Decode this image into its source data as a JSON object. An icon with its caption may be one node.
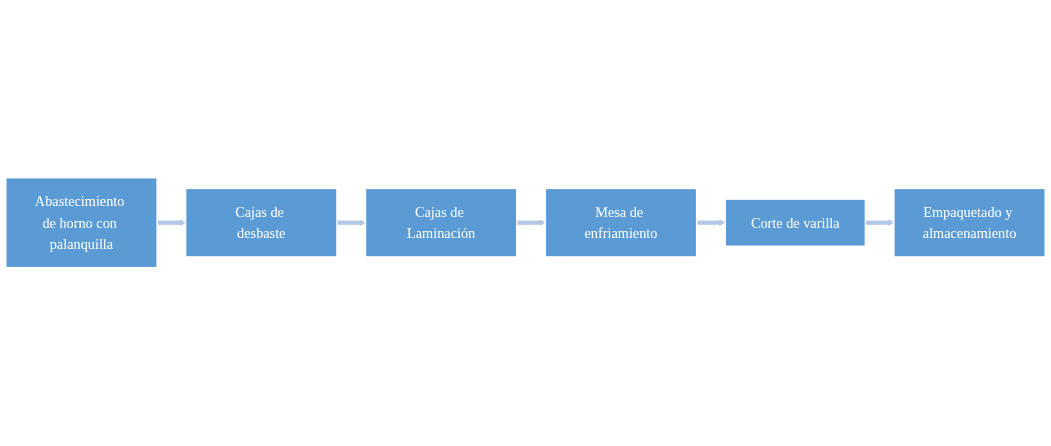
{
  "diagram": {
    "nodes": [
      {
        "text": [
          "Abastecimiento de horno con palanquilla"
        ]
      },
      {
        "text": [
          "Cajas de desbaste"
        ]
      },
      {
        "text": [
          "Cajas de Laminación"
        ]
      },
      {
        "text": [
          "Mesa de enfriamiento"
        ]
      },
      {
        "text": [
          "Corte de varilla"
        ]
      },
      {
        "text": [
          "Empaquetado y almacenamiento"
        ]
      }
    ],
    "edges": [
      {
        "from": 0,
        "to": 1,
        "arrow": "to"
      },
      {
        "from": 1,
        "to": 2,
        "arrow": "to"
      },
      {
        "from": 2,
        "to": 3,
        "arrow": "to"
      },
      {
        "from": 3,
        "to": 4,
        "arrow": "to"
      },
      {
        "from": 4,
        "to": 5,
        "arrow": "to"
      }
    ]
  }
}
